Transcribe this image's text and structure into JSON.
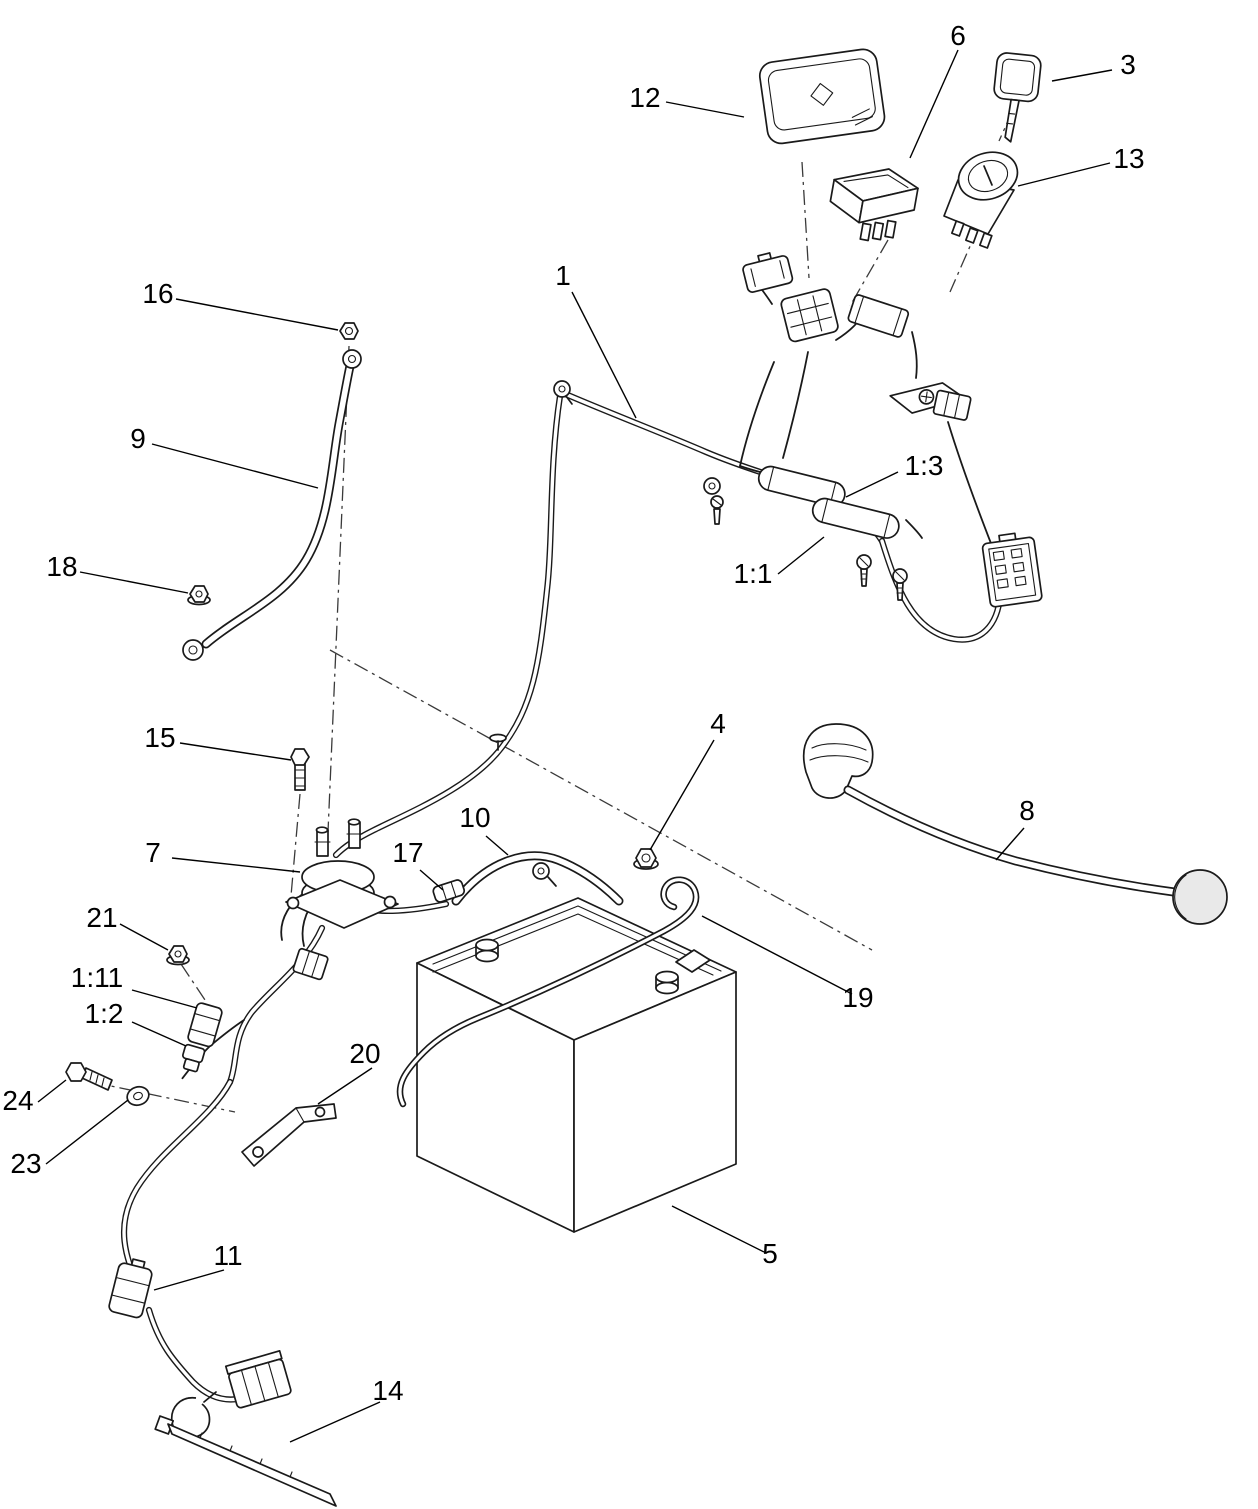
{
  "figure": {
    "kind": "exploded-parts-diagram",
    "background_color": "#ffffff",
    "line_color": "#1a1a1a"
  },
  "callouts": {
    "c1": {
      "label": "1"
    },
    "c3": {
      "label": "3"
    },
    "c4": {
      "label": "4"
    },
    "c5": {
      "label": "5"
    },
    "c6": {
      "label": "6"
    },
    "c7": {
      "label": "7"
    },
    "c8": {
      "label": "8"
    },
    "c9": {
      "label": "9"
    },
    "c10": {
      "label": "10"
    },
    "c11": {
      "label": "11"
    },
    "c12": {
      "label": "12"
    },
    "c13": {
      "label": "13"
    },
    "c14": {
      "label": "14"
    },
    "c15": {
      "label": "15"
    },
    "c16": {
      "label": "16"
    },
    "c17": {
      "label": "17"
    },
    "c18": {
      "label": "18"
    },
    "c19": {
      "label": "19"
    },
    "c20": {
      "label": "20"
    },
    "c21": {
      "label": "21"
    },
    "c23": {
      "label": "23"
    },
    "c24": {
      "label": "24"
    },
    "c1_1": {
      "label": "1:1"
    },
    "c1_2": {
      "label": "1:2"
    },
    "c1_3": {
      "label": "1:3"
    },
    "c1_11": {
      "label": "1:11"
    }
  }
}
